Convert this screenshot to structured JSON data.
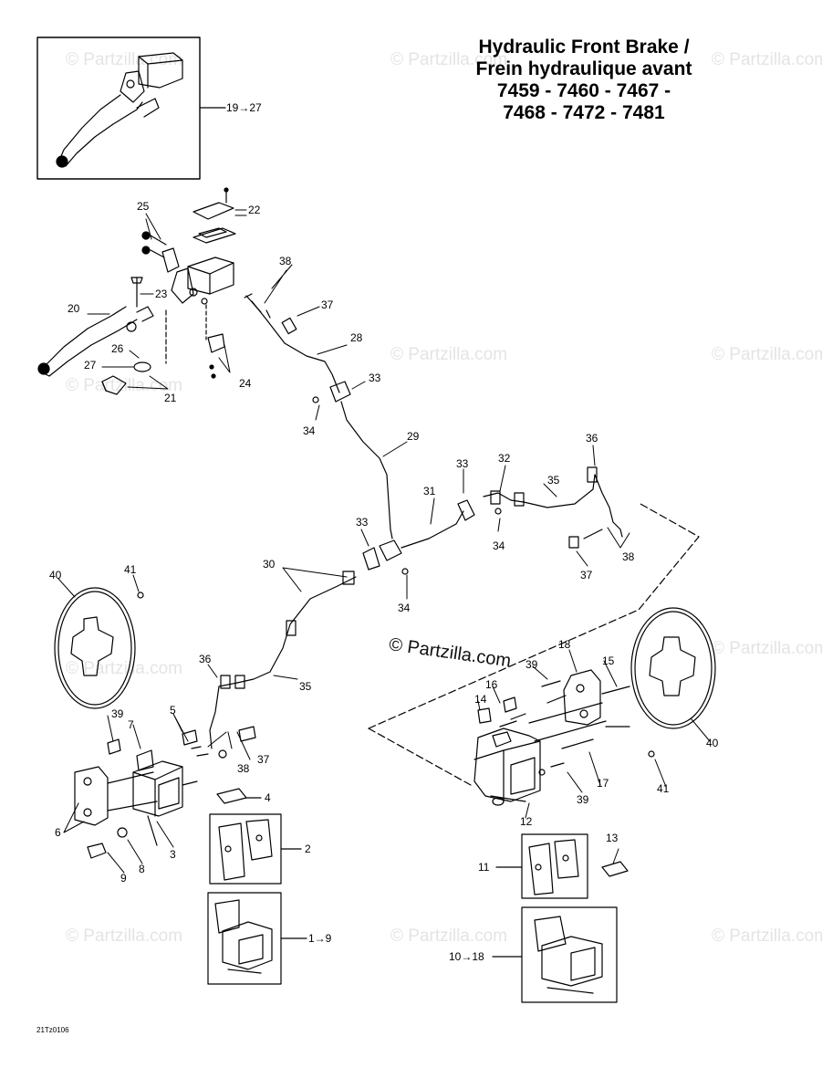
{
  "title": {
    "line1": "Hydraulic Front Brake /",
    "line2": "Frein hydraulique avant",
    "line3": "7459 - 7460 - 7467 -",
    "line4": "7468 - 7472 - 7481"
  },
  "diagram_code": "21Tz0106",
  "watermark": "© Partzilla.com",
  "watermark_center": "© Partzilla.com",
  "callouts": {
    "c19_27": "19→27",
    "c22": "22",
    "c25": "25",
    "c38a": "38",
    "c23": "23",
    "c37a": "37",
    "c20": "20",
    "c28": "28",
    "c26": "26",
    "c27": "27",
    "c24": "24",
    "c21": "21",
    "c33a": "33",
    "c34a": "34",
    "c29": "29",
    "c36a": "36",
    "c32": "32",
    "c33b": "33",
    "c35a": "35",
    "c31": "31",
    "c38b": "38",
    "c33c": "33",
    "c34b": "34",
    "c37b": "37",
    "c30": "30",
    "c34c": "34",
    "c40a": "40",
    "c41a": "41",
    "c36b": "36",
    "c35b": "35",
    "c18": "18",
    "c39a": "39",
    "c15": "15",
    "c16": "16",
    "c14": "14",
    "c39b": "39",
    "c5": "5",
    "c7": "7",
    "c37c": "37",
    "c38c": "38",
    "c4": "4",
    "c40b": "40",
    "c41b": "41",
    "c17": "17",
    "c39c": "39",
    "c12": "12",
    "c6": "6",
    "c3": "3",
    "c8": "8",
    "c9": "9",
    "c2": "2",
    "c13": "13",
    "c11": "11",
    "c1_9": "1→9",
    "c10_18": "10→18"
  }
}
